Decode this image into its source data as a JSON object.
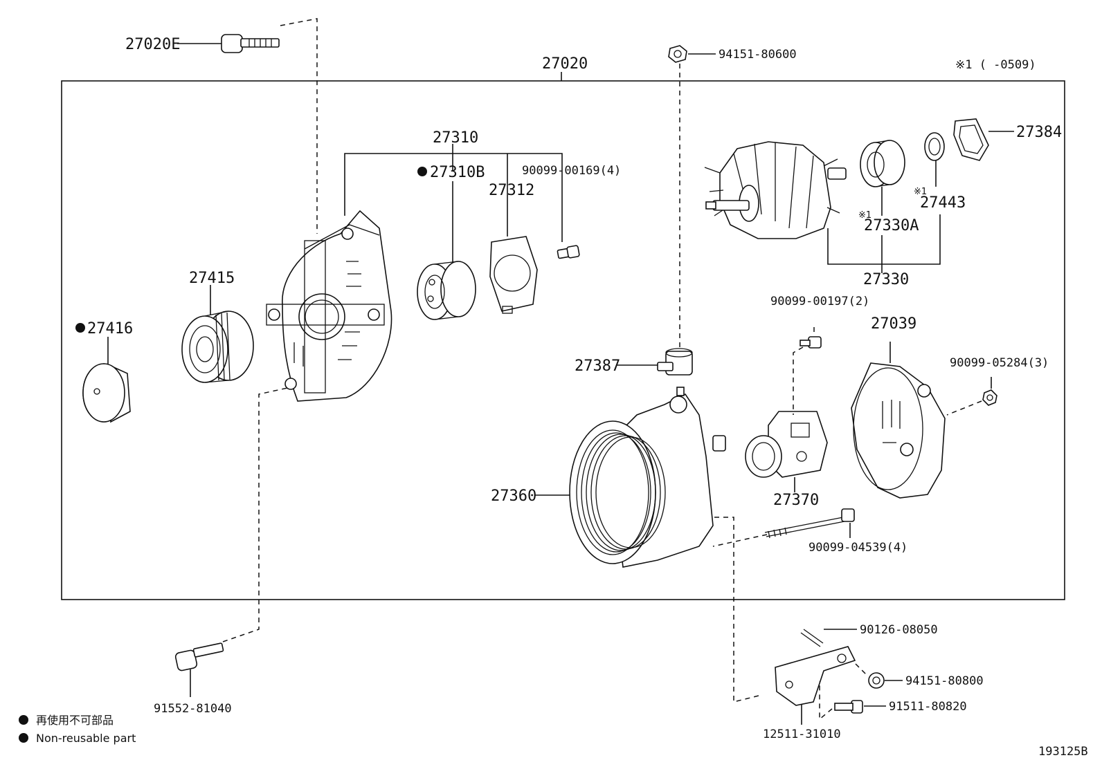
{
  "diagram": {
    "assembly_label": "27020",
    "note": "※1 (    -0509)",
    "note_marker": "※1",
    "drawing_id": "193125B",
    "labels": {
      "p27020E": "27020E",
      "p94151_80600": "94151-80600",
      "p27310": "27310",
      "p27310B": "27310B",
      "p90099_00169": "90099-00169(4)",
      "p27312": "27312",
      "p27384": "27384",
      "p27443": "27443",
      "p27330A": "27330A",
      "p27330": "27330",
      "p27415": "27415",
      "p27416": "27416",
      "p90099_00197": "90099-00197(2)",
      "p27039": "27039",
      "p90099_05284": "90099-05284(3)",
      "p27387": "27387",
      "p27360": "27360",
      "p27370": "27370",
      "p90099_04539": "90099-04539(4)",
      "p90126_08050": "90126-08050",
      "p94151_80800": "94151-80800",
      "p91511_80820": "91511-80820",
      "p12511_31010": "12511-31010",
      "p91552_81040": "91552-81040"
    },
    "legend": {
      "jp": "再使用不可部品",
      "en": "Non-reusable part"
    }
  }
}
